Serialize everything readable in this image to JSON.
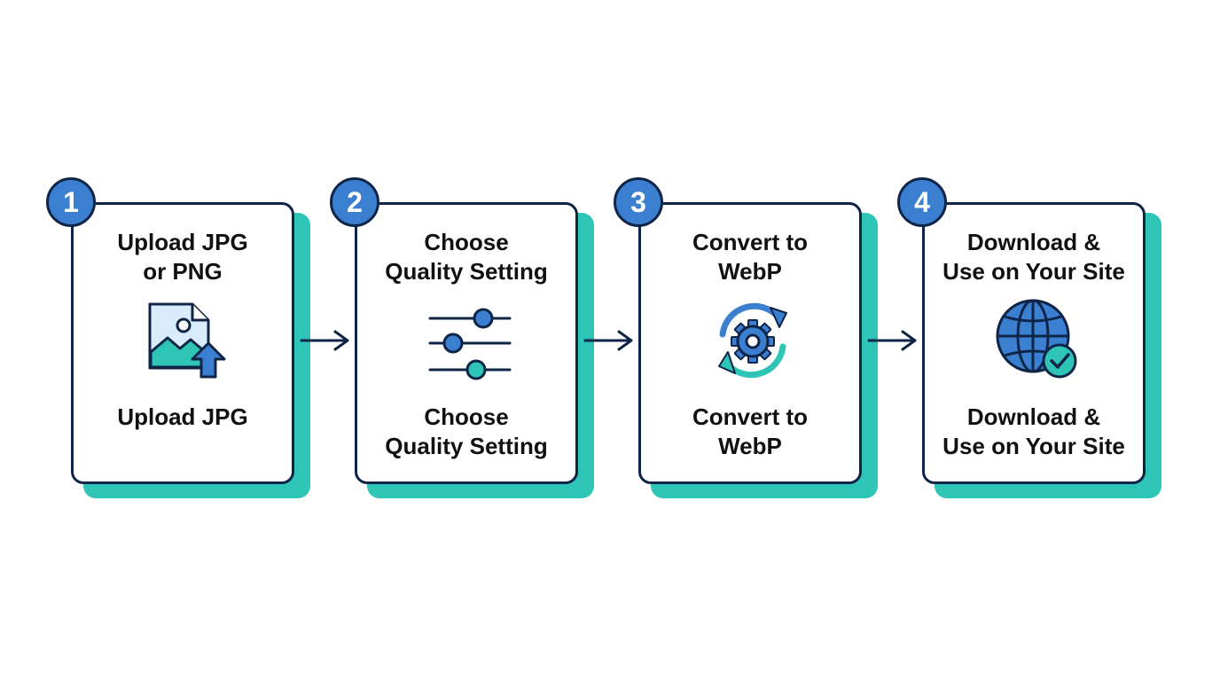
{
  "steps": [
    {
      "number": "1",
      "title": "Upload JPG\nor PNG",
      "caption": "Upload JPG",
      "icon": "image-upload-icon"
    },
    {
      "number": "2",
      "title": "Choose\nQuality Setting",
      "caption": "Choose\nQuality Setting",
      "icon": "sliders-icon"
    },
    {
      "number": "3",
      "title": "Convert to\nWebP",
      "caption": "Convert to\nWebP",
      "icon": "gear-convert-icon"
    },
    {
      "number": "4",
      "title": "Download &\nUse on Your Site",
      "caption": "Download &\nUse on Your Site",
      "icon": "globe-check-icon"
    }
  ],
  "colors": {
    "outline": "#0f2547",
    "accent_blue": "#3a7fd0",
    "accent_teal": "#2ec4b6",
    "light_blue": "#d8ecfb"
  }
}
